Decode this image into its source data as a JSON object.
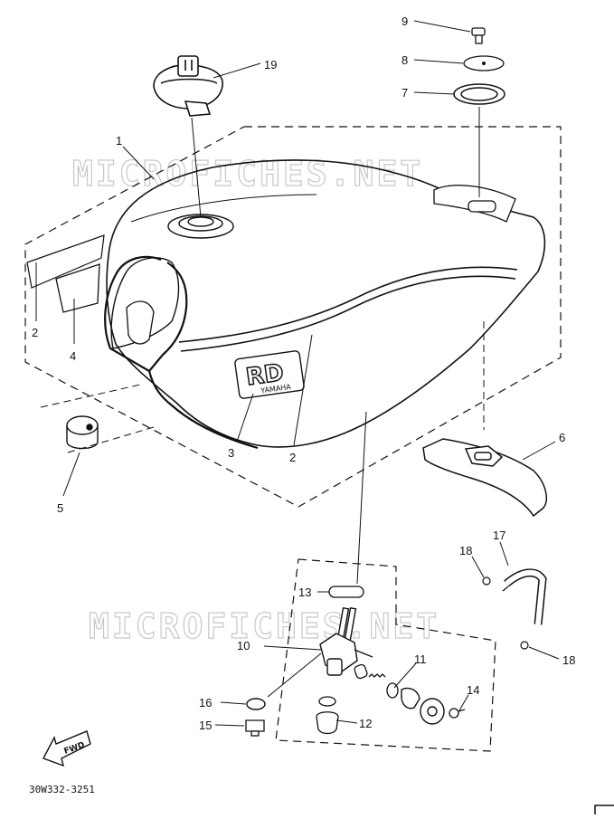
{
  "diagram": {
    "watermark": "MICROFICHES.NET",
    "part_code": "30W332-3251",
    "fwd_label": "FWD",
    "badge_logo": "RD",
    "badge_text": "YAMAHA",
    "callouts": [
      "1",
      "2",
      "2",
      "3",
      "4",
      "5",
      "6",
      "7",
      "8",
      "9",
      "10",
      "11",
      "12",
      "13",
      "14",
      "15",
      "16",
      "17",
      "18",
      "18",
      "19"
    ]
  }
}
